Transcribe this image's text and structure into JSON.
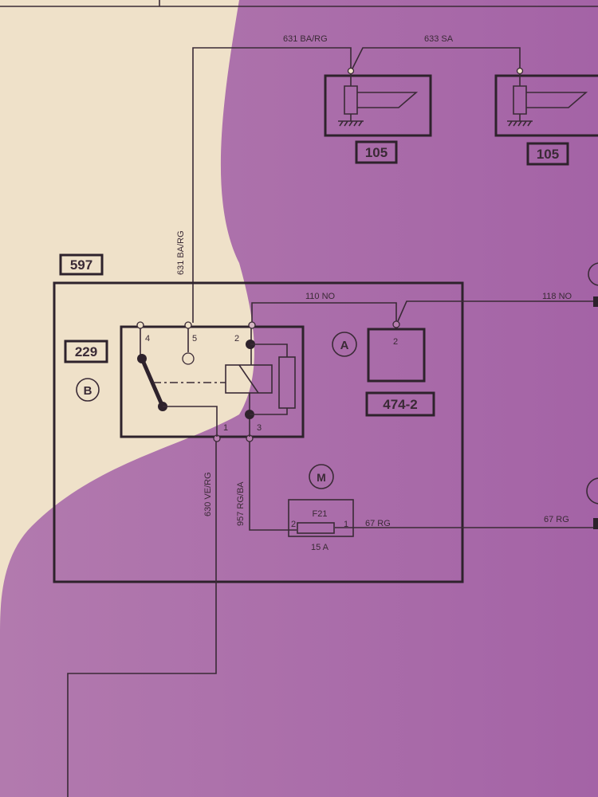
{
  "diagram": {
    "components": {
      "relay_unit": "597",
      "relay": "229",
      "horn_left": "105",
      "horn_right": "105",
      "module": "474-2"
    },
    "zones": {
      "a": "A",
      "b": "B",
      "m": "M"
    },
    "wires": {
      "w631_top": "631 BA/RG",
      "w633": "633 SA",
      "w631_vertical": "631 BA/RG",
      "w110": "110 NO",
      "w118": "118 NO",
      "w630": "630 VE/RG",
      "w957": "957 RG/BA",
      "w67_inner": "67 RG",
      "w67_outer": "67 RG"
    },
    "relay_pins": {
      "p4": "4",
      "p5": "5",
      "p2": "2",
      "p1": "1",
      "p3": "3"
    },
    "module_pin": "2",
    "fuse": {
      "name": "F21",
      "rating": "15 A",
      "pin_left": "2",
      "pin_right": "1"
    },
    "colors": {
      "paper": "#efe1c9",
      "shadow": "#a86aa8",
      "ink": "#3a2a36"
    }
  }
}
